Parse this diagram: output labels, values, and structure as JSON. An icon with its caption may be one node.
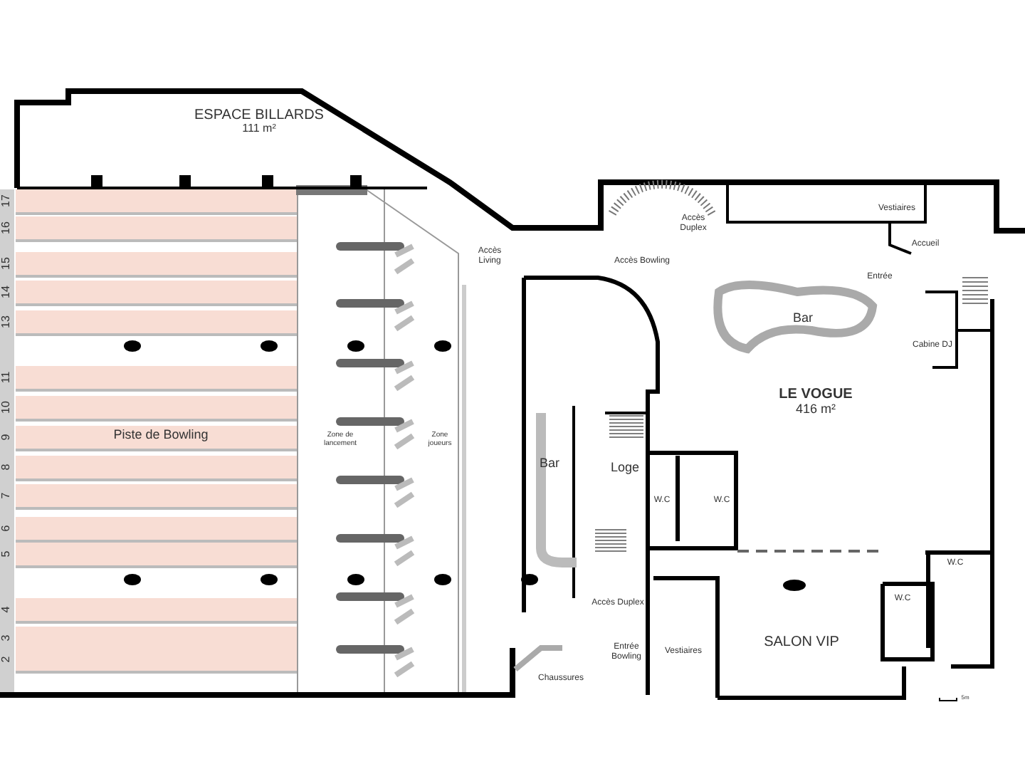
{
  "diagram": {
    "labels": [
      "ESPACE BILLARDS",
      "111 m²",
      "17",
      "16",
      "15",
      "14",
      "13",
      "11",
      "10",
      "9",
      "8",
      "7",
      "6",
      "5",
      "4",
      "3",
      "2",
      "Accès Living",
      "Accès Duplex",
      "Vestiaires",
      "Accueil",
      "Entrée",
      "Accès Bowling",
      "Bar",
      "Cabine DJ",
      "LE VOGUE",
      "416 m²",
      "Piste de Bowling",
      "Zone de lancement",
      "Zone joueurs",
      "Bar",
      "Loge",
      "W.C",
      "W.C",
      "W.C",
      "W.C",
      "Accès Duplex",
      "Entrée Bowling",
      "Vestiaires",
      "SALON VIP",
      "Chaussures",
      "5m"
    ]
  }
}
